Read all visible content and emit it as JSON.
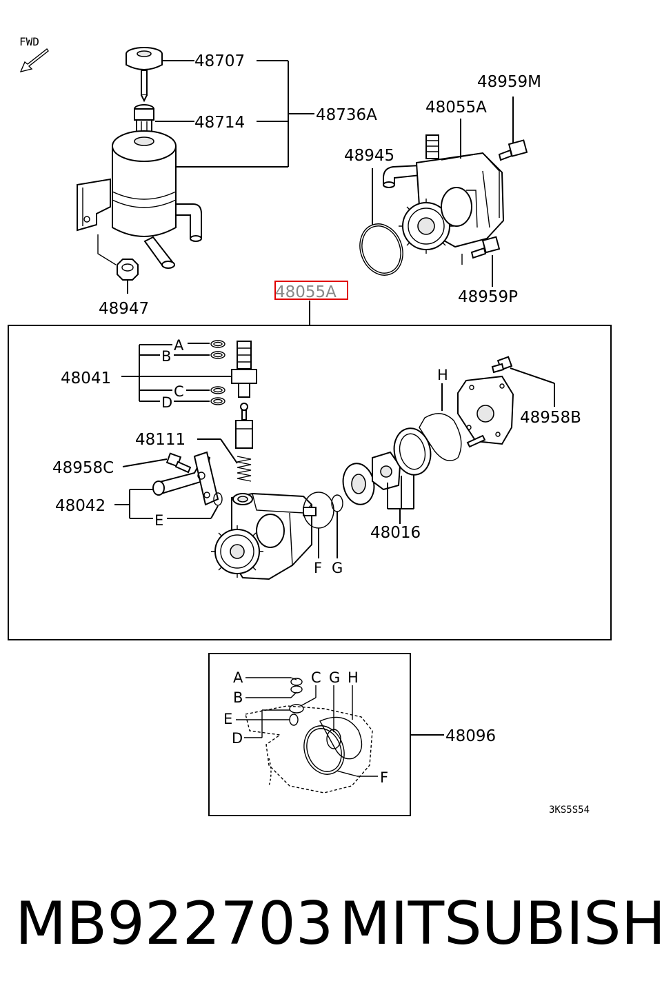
{
  "orientation": {
    "fwd": "FWD"
  },
  "labels": {
    "l48707": "48707",
    "l48714": "48714",
    "l48736A": "48736A",
    "l48947": "48947",
    "l48959M": "48959M",
    "l48055A_top": "48055A",
    "l48945": "48945",
    "l48959P": "48959P",
    "l48055A_box": "48055A",
    "l48041": "48041",
    "l48111": "48111",
    "l48958C": "48958C",
    "l48042": "48042",
    "l48958B": "48958B",
    "l48016": "48016",
    "l48096": "48096"
  },
  "letters": {
    "A": "A",
    "B": "B",
    "C": "C",
    "D": "D",
    "E": "E",
    "F": "F",
    "G": "G",
    "H": "H"
  },
  "kit_letters": {
    "A": "A",
    "B": "B",
    "C": "C",
    "G": "G",
    "H": "H",
    "E": "E",
    "D": "D",
    "F": "F"
  },
  "diagram_code": "3KS5S54",
  "highlight_color": "#e00000",
  "footer": {
    "part_number": "MB922703",
    "brand": "MITSUBISHI"
  }
}
